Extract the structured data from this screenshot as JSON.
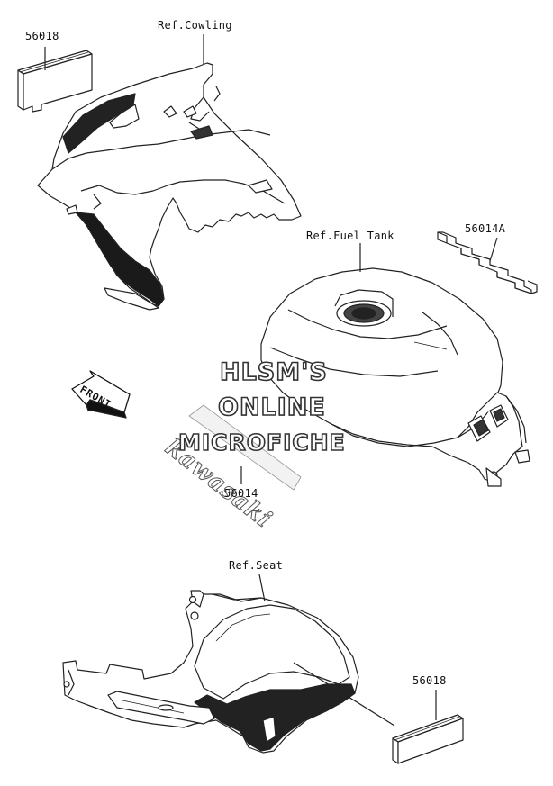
{
  "labels": {
    "ref_cowling": "Ref.Cowling",
    "ref_fuel_tank": "Ref.Fuel Tank",
    "ref_seat": "Ref.Seat",
    "part_top_left": "56018",
    "part_bottom_right": "56018",
    "part_tank_stripe": "56014A",
    "part_emblem": "56014"
  },
  "emblem_text": "kawasaki",
  "front_arrow_text": "FRONT",
  "watermark": {
    "line1": "HLSM'S",
    "line2": "ONLINE",
    "line3": "MICROFICHE"
  }
}
